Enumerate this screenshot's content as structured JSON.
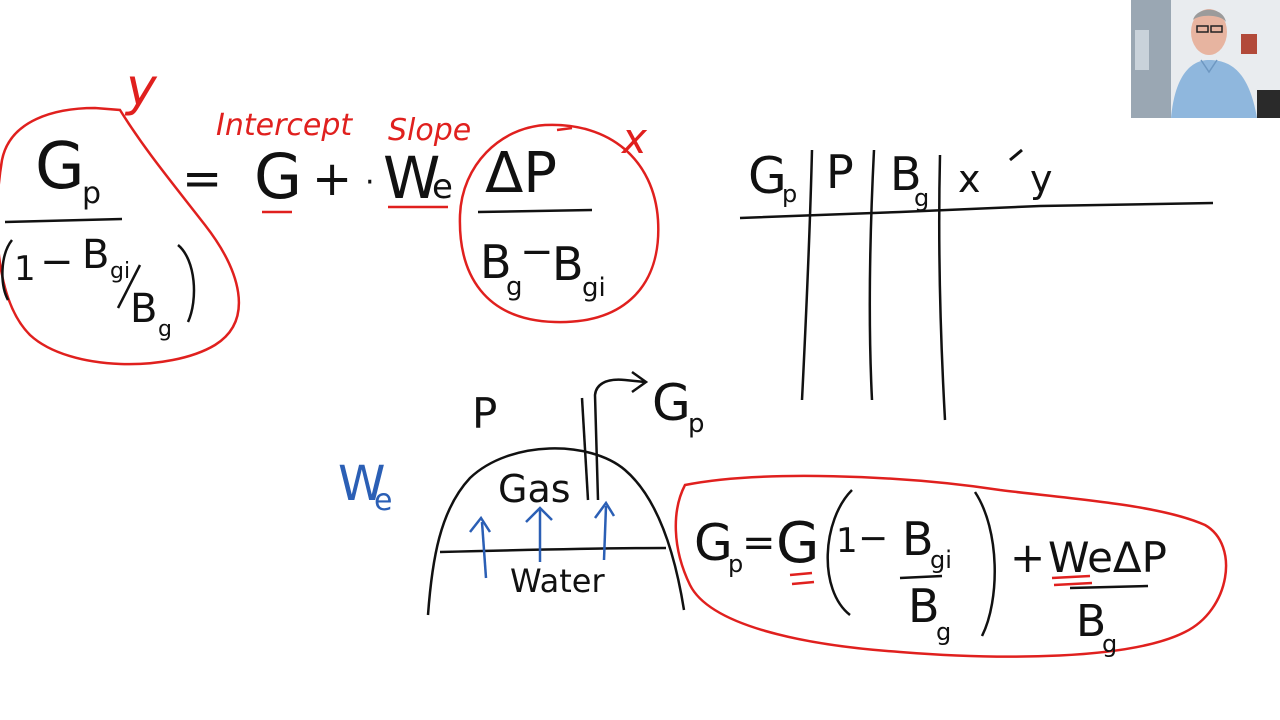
{
  "colors": {
    "ink": "#111111",
    "red": "#e0201e",
    "blue": "#2b5fb5",
    "background": "#ffffff"
  },
  "annotations": {
    "y_label": "y",
    "x_label": "x",
    "intercept_label": "Intercept",
    "slope_label": "Slope"
  },
  "equation_top": {
    "gp": "G",
    "gp_sub": "p",
    "equals": "=",
    "g": "G",
    "plus": "+",
    "dot": "·",
    "we": "W",
    "we_sub": "e",
    "delta_p": "ΔP",
    "bg": "B",
    "bg_sub": "g",
    "minus": "−",
    "bgi": "B",
    "bgi_sub": "gi",
    "one": "1"
  },
  "table": {
    "headers": [
      {
        "text": "G",
        "sub": "p"
      },
      {
        "text": "P",
        "sub": ""
      },
      {
        "text": "B",
        "sub": "g"
      },
      {
        "text": "x",
        "sub": ""
      },
      {
        "text": "y",
        "sub": ""
      }
    ]
  },
  "reservoir": {
    "pressure_label": "P",
    "production_label": "G",
    "production_sub": "p",
    "influx_label": "W",
    "influx_sub": "e",
    "gas_label": "Gas",
    "water_label": "Water"
  },
  "equation_bottom": {
    "gp": "G",
    "gp_sub": "p",
    "equals": "=",
    "g": "G",
    "one": "1",
    "minus": "−",
    "bgi": "B",
    "bgi_sub": "gi",
    "bg": "B",
    "bg_sub": "g",
    "plus": "+",
    "we_dp": "WeΔP",
    "bg2": "B",
    "bg2_sub": "g"
  },
  "webcam": {
    "icon": "presenter-webcam-icon"
  }
}
